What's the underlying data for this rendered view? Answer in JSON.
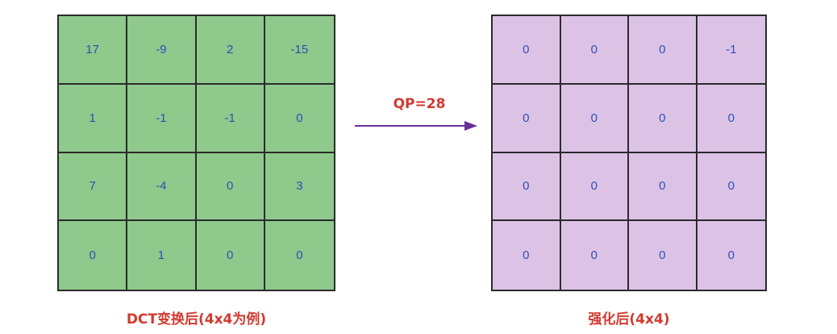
{
  "dct_matrix": {
    "rows": [
      [
        "17",
        "-9",
        "2",
        "-15"
      ],
      [
        "1",
        "-1",
        "-1",
        "0"
      ],
      [
        "7",
        "-4",
        "0",
        "3"
      ],
      [
        "0",
        "1",
        "0",
        "0"
      ]
    ],
    "caption": "DCT变换后(4x4为例)"
  },
  "arrow": {
    "label": "QP=28"
  },
  "quantized_matrix": {
    "rows": [
      [
        "0",
        "0",
        "0",
        "-1"
      ],
      [
        "0",
        "0",
        "0",
        "0"
      ],
      [
        "0",
        "0",
        "0",
        "0"
      ],
      [
        "0",
        "0",
        "0",
        "0"
      ]
    ],
    "caption": "强化后(4x4)"
  },
  "colors": {
    "dct_fill": "#8fc98c",
    "quantized_fill": "#dcc3e6",
    "cell_text": "#2f4fb5",
    "caption_text": "#d23a2f",
    "arrow": "#6a2f9a"
  }
}
